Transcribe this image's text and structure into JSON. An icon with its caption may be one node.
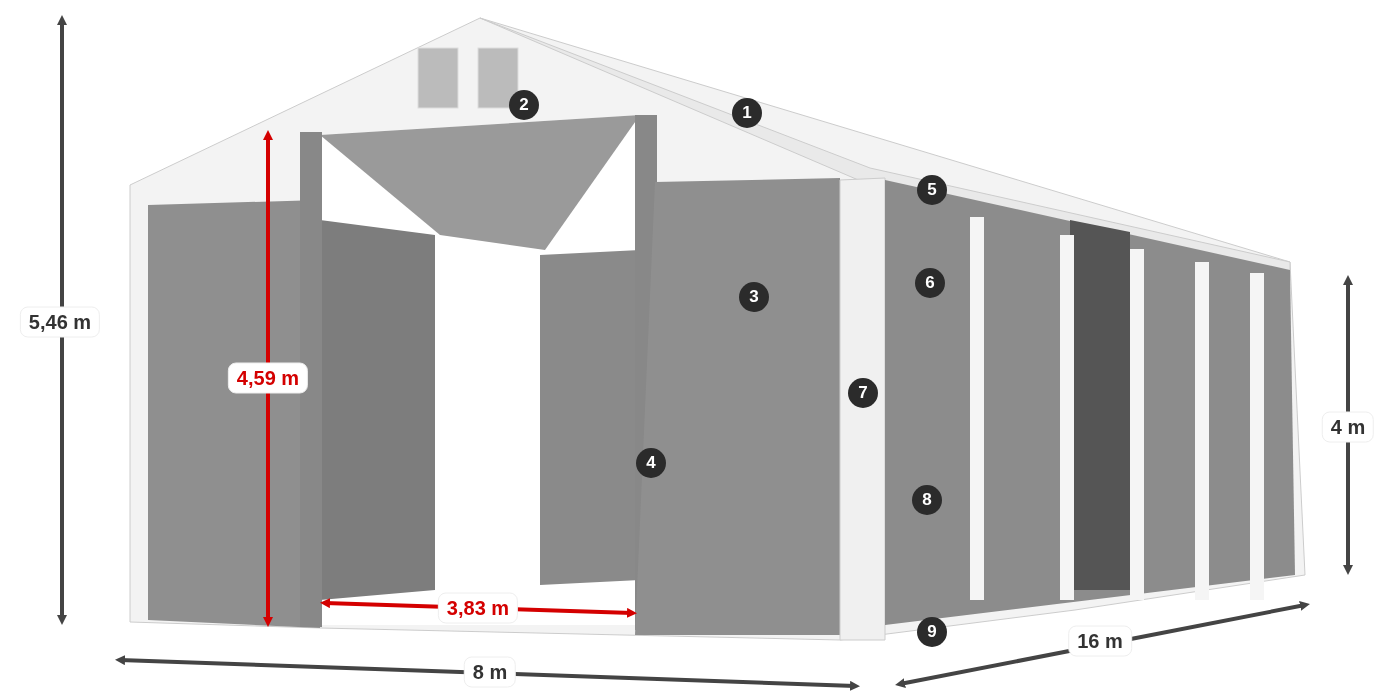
{
  "diagram": {
    "labels": [
      "1",
      "2",
      "5",
      "3",
      "6",
      "5,46 m",
      "4,59 m",
      "7",
      "4 m",
      "4",
      "8",
      "3,83 m",
      "9",
      "16 m",
      "8 m"
    ]
  }
}
